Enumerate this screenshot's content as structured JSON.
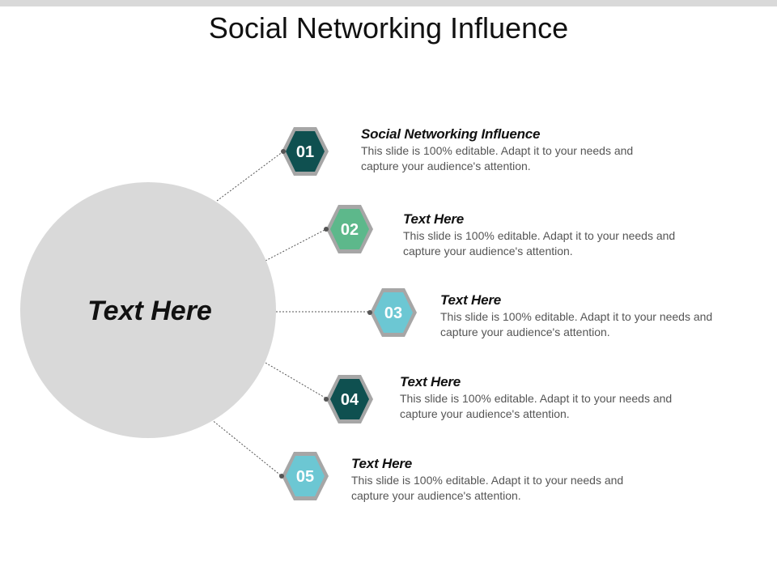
{
  "title": "Social Networking Influence",
  "center": {
    "label": "Text Here",
    "color": "#d9d9d9"
  },
  "items": [
    {
      "number": "01",
      "heading": "Social Networking Influence",
      "line1": "This slide is 100% editable. Adapt it to your needs and",
      "line2": "capture your audience's attention.",
      "color": "#0f5050"
    },
    {
      "number": "02",
      "heading": "Text Here",
      "line1": "This slide is 100% editable. Adapt it to your needs and",
      "line2": "capture your audience's attention.",
      "color": "#5db88b"
    },
    {
      "number": "03",
      "heading": "Text Here",
      "line1": "This slide is 100% editable. Adapt it to your needs and",
      "line2": "capture your audience's attention.",
      "color": "#6cc7d3"
    },
    {
      "number": "04",
      "heading": "Text Here",
      "line1": "This slide is 100% editable. Adapt it to your needs and",
      "line2": "capture your audience's attention.",
      "color": "#0f5050"
    },
    {
      "number": "05",
      "heading": "Text Here",
      "line1": "This slide is 100% editable. Adapt it to your needs and",
      "line2": "capture your audience's attention.",
      "color": "#6cc7d3"
    }
  ],
  "colors": {
    "hex_frame": "#a6a6a6",
    "connector": "#555555"
  }
}
